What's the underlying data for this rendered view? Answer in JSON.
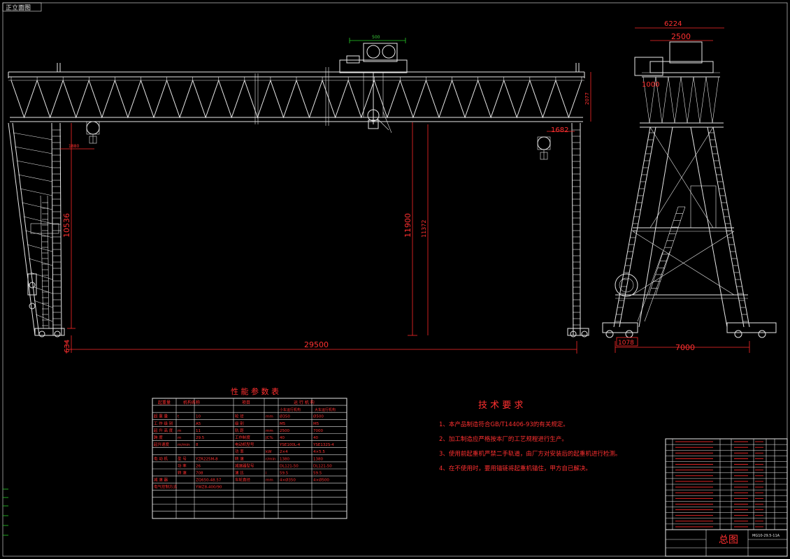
{
  "title_tab": "正立面图",
  "dims": {
    "span": "29500",
    "height_total": "11900",
    "height_alt": "11372",
    "leg_height": "10536",
    "bottom": "634",
    "top_small": "500",
    "right_end": "2077",
    "trolley_left": "1880",
    "offset_right": "1682",
    "side_top": "6224",
    "side_2500": "2500",
    "side_1000": "1000",
    "side_1078": "1078",
    "side_base": "7000"
  },
  "perf_table": {
    "title": "性 能 参 数 表",
    "header_row1": [
      "起重量",
      "机构名称",
      "项目",
      "运 行 机 构"
    ],
    "header_row2": [
      "",
      "",
      "",
      "小车运行机构",
      "大车运行机构"
    ],
    "rows": [
      [
        "起 重 量",
        "t",
        "10",
        "轮 径",
        "mm",
        "Ø350",
        "Ø500"
      ],
      [
        "工 作 级 别",
        "",
        "A5",
        "级 别",
        "",
        "M5",
        "M5"
      ],
      [
        "起 升 高 度",
        "m",
        "11",
        "轨 距",
        "mm",
        "2500",
        "7000"
      ],
      [
        "跨 度",
        "m",
        "29.5",
        "工作制度",
        "JC%",
        "40",
        "40"
      ],
      [
        "起升速度",
        "m/min",
        "8",
        "电动机型号",
        "",
        "YSE100L-4",
        "YSE132S-4"
      ],
      [
        "",
        "",
        "",
        "功 率",
        "kW",
        "2×4",
        "4×5.5"
      ],
      [
        "电 动 机",
        "型 号",
        "YZR225M-8",
        "转 速",
        "r/min",
        "1380",
        "1380"
      ],
      [
        "",
        "功 率",
        "26",
        "减速器型号",
        "",
        "DL121-50",
        "DL121-50"
      ],
      [
        "",
        "转 速",
        "708",
        "速 比",
        "i",
        "59.5",
        "59.5"
      ],
      [
        "减 速 器",
        "",
        "ZQ650-48.57",
        "车轮直径",
        "mm",
        "4×Ø350",
        "4×Ø500"
      ],
      [
        "电气控制方式",
        "",
        "YWZ8-400/90",
        "",
        "",
        "",
        ""
      ]
    ]
  },
  "tech_requirements": {
    "title": "技 术 要 求",
    "items": [
      "1、本产品制造符合GB/T14406-93的有关规定。",
      "2、加工制造应严格按本厂的工艺规程进行生产。",
      "3、使用前起重机严禁二手轨道，由厂方对安装后的起重机进行检测。",
      "4、在不使用时，要用锚链将起重机锚住，甲方自已解决。"
    ]
  },
  "title_block": {
    "main": "总图",
    "code": "MG10-29.5-11A",
    "parts_rows": 16
  }
}
